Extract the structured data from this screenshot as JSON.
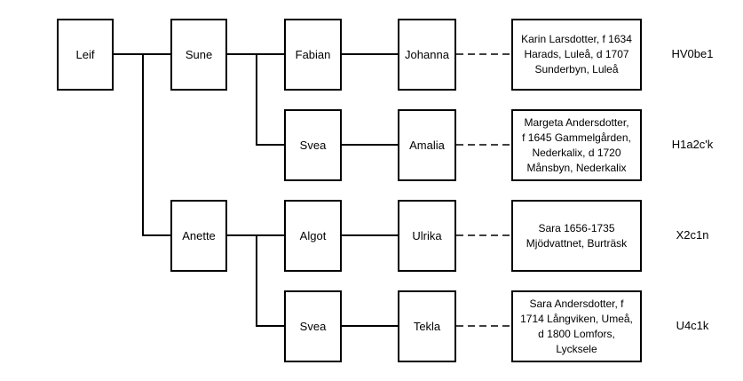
{
  "people": {
    "leif": "Leif",
    "sune": "Sune",
    "anette": "Anette",
    "fabian": "Fabian",
    "svea_1": "Svea",
    "algot": "Algot",
    "svea_2": "Svea",
    "johanna": "Johanna",
    "amalia": "Amalia",
    "ulrika": "Ulrika",
    "tekla": "Tekla"
  },
  "ancestors": [
    {
      "lines": [
        "Karin Larsdotter, f 1634",
        "Harads, Luleå, d 1707",
        "Sunderbyn, Luleå"
      ],
      "haplogroup": "HV0be1"
    },
    {
      "lines": [
        "Margeta Andersdotter,",
        "f 1645 Gammelgården,",
        "Nederkalix, d 1720",
        "Månsbyn, Nederkalix"
      ],
      "haplogroup": "H1a2c'k"
    },
    {
      "lines": [
        "Sara 1656-1735",
        "Mjödvattnet, Burträsk"
      ],
      "haplogroup": "X2c1n"
    },
    {
      "lines": [
        "Sara Andersdotter, f",
        "1714 Långviken, Umeå,",
        "d 1800 Lomfors,",
        "Lycksele"
      ],
      "haplogroup": "U4c1k"
    }
  ]
}
